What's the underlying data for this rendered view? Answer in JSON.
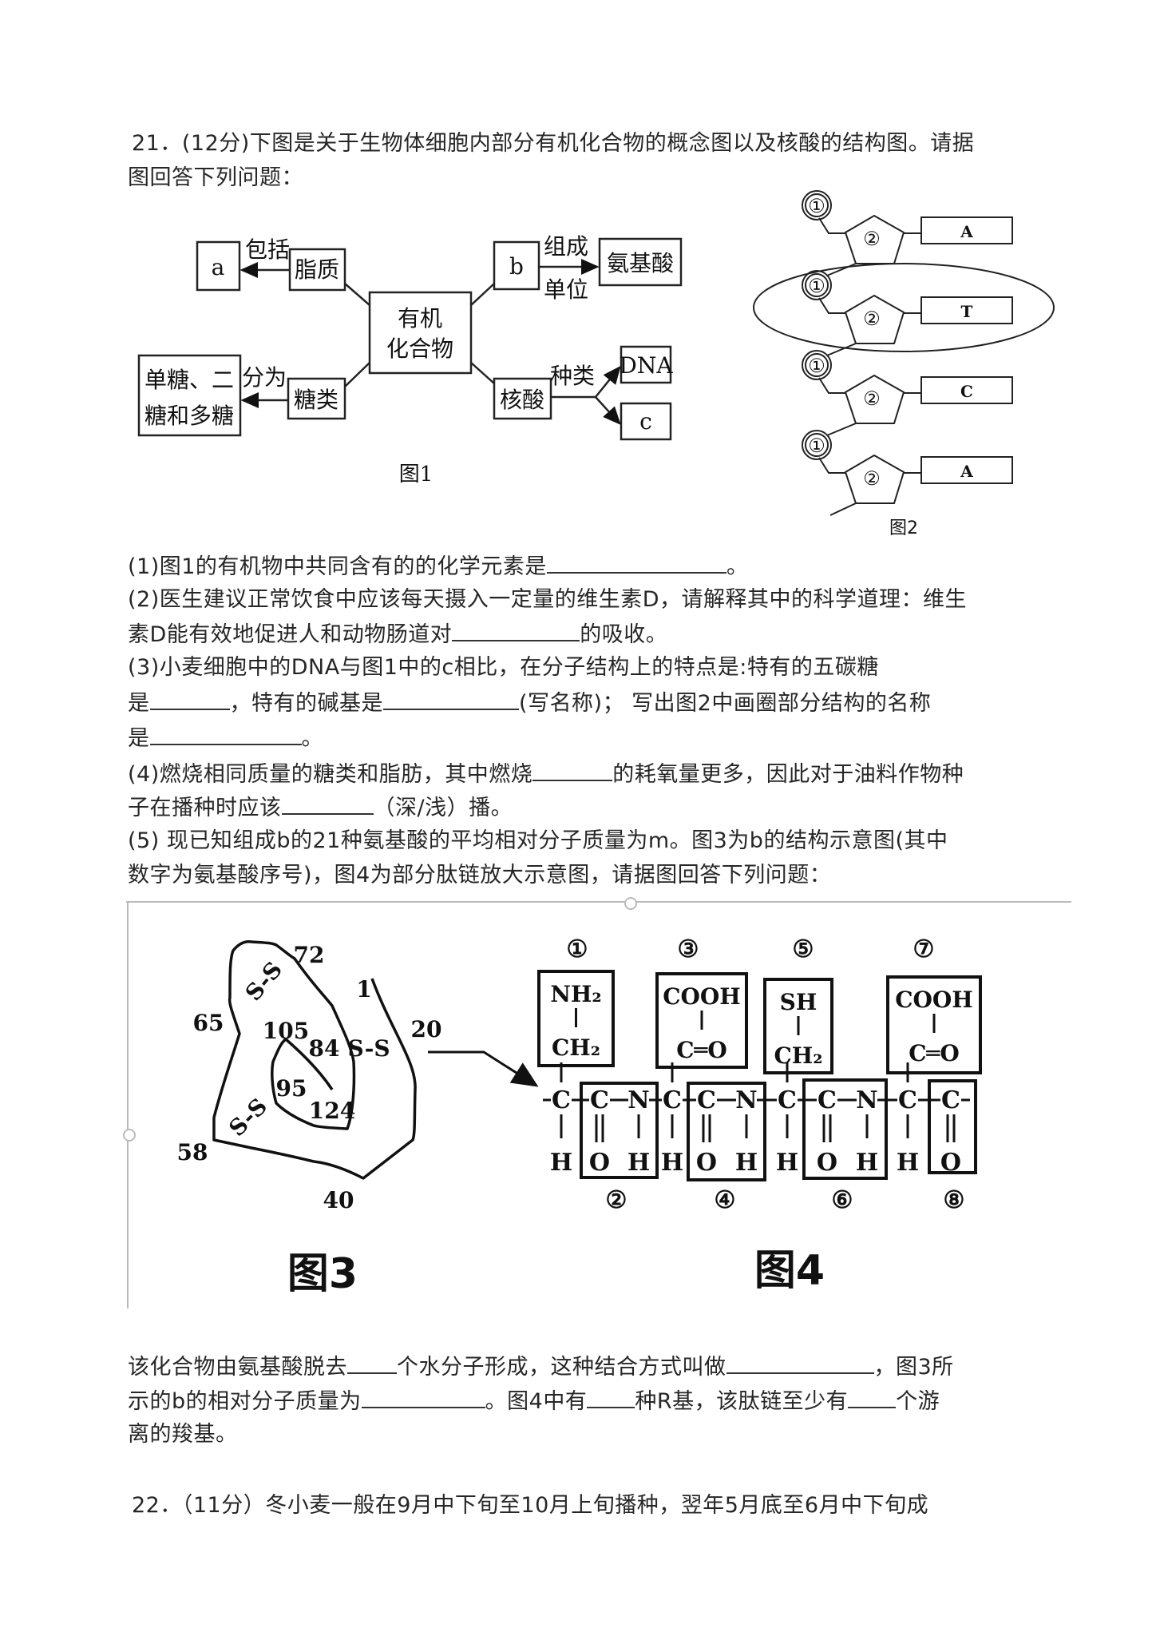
{
  "q21": {
    "intro_line1": "21．(12分)下图是关于生物体细胞内部分有机化合物的概念图以及核酸的结构图。请据",
    "intro_line2": "图回答下列问题：",
    "q1": {
      "before": "(1)图1的有机物中共同含有的的化学元素是",
      "after": "。"
    },
    "q2": {
      "line1": "(2)医生建议正常饮食中应该每天摄入一定量的维生素D，请解释其中的科学道理：维生",
      "before": "素D能有效地促进人和动物肠道对",
      "after": "的吸收。"
    },
    "q3": {
      "line1": "(3)小麦细胞中的DNA与图1中的c相比，在分子结构上的特点是:特有的五碳糖",
      "l2_a": "是",
      "l2_b": "，特有的碱基是",
      "l2_c": "(写名称)； 写出图2中画圈部分结构的名称",
      "l3_a": "是",
      "l3_b": "。"
    },
    "q4": {
      "l1_a": "(4)燃烧相同质量的糖类和脂肪，其中燃烧",
      "l1_b": "的耗氧量更多，因此对于油料作物种",
      "l2_a": "子在播种时应该",
      "l2_b": "（深/浅）播。"
    },
    "q5": {
      "line1": "(5) 现已知组成b的21种氨基酸的平均相对分子质量为m。图3为b的结构示意图(其中",
      "line2": "数字为氨基酸序号)，图4为部分肽链放大示意图，请据图回答下列问题："
    },
    "sub": {
      "l1_a": "该化合物由氨基酸脱去",
      "l1_b": "个水分子形成，这种结合方式叫做",
      "l1_c": "，图3所",
      "l2_a": "示的b的相对分子质量为",
      "l2_b": "。图4中有",
      "l2_c": "种R基，该肽链至少有",
      "l2_d": "个游",
      "l3": "离的羧基。"
    }
  },
  "q22": {
    "line1": "22．（11分）冬小麦一般在9月中下旬至10月上旬播种，翌年5月底至6月中下旬成"
  },
  "fig1": {
    "center": [
      "有机",
      "化合物"
    ],
    "lipid": "脂质",
    "includes": "包括",
    "a": "a",
    "b": "b",
    "composed": [
      "组成",
      "单位"
    ],
    "amino_acid": "氨基酸",
    "sugar": "糖类",
    "divided": "分为",
    "sugar_types": [
      "单糖、二",
      "糖和多糖"
    ],
    "nucleic": "核酸",
    "kinds": "种类",
    "dna": "DNA",
    "c": "c",
    "caption": "图1"
  },
  "fig2": {
    "phosphate": "①",
    "sugar": "②",
    "bases": [
      "A",
      "T",
      "C",
      "A"
    ],
    "caption": "图2"
  },
  "fig3": {
    "labels": {
      "n72": "72",
      "n65": "65",
      "n105": "105",
      "n84": "84",
      "n20": "20",
      "n1": "1",
      "n95": "95",
      "n124": "124",
      "n58": "58",
      "n40": "40",
      "ss": "S-S"
    },
    "caption": "图3"
  },
  "fig4": {
    "top_numbers": [
      "①",
      "③",
      "⑤",
      "⑦"
    ],
    "bottom_numbers": [
      "②",
      "④",
      "⑥",
      "⑧"
    ],
    "r_groups": [
      [
        "NH₂",
        "CH₂"
      ],
      [
        "COOH",
        "C═O"
      ],
      [
        "SH",
        "CH₂"
      ],
      [
        "COOH",
        "C═O"
      ]
    ],
    "C": "C",
    "N": "N",
    "H": "H",
    "O": "O",
    "caption": "图4"
  }
}
